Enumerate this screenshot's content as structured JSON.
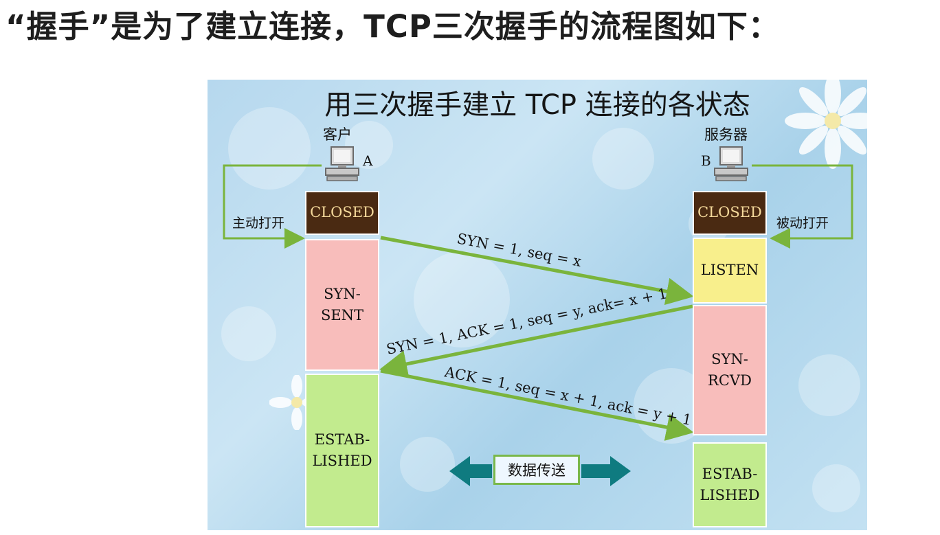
{
  "heading": "“握手”是为了建立连接，TCP三次握手的流程图如下：",
  "figure": {
    "title": "用三次握手建立 TCP 连接的各状态",
    "client": {
      "label": "客户",
      "letter": "A"
    },
    "server": {
      "label": "服务器",
      "letter": "B"
    },
    "active_open": "主动打开",
    "passive_open": "被动打开",
    "client_states": [
      {
        "line1": "CLOSED",
        "line2": ""
      },
      {
        "line1": "SYN-",
        "line2": "SENT"
      },
      {
        "line1": "ESTAB-",
        "line2": "LISHED"
      }
    ],
    "server_states": [
      {
        "line1": "CLOSED",
        "line2": ""
      },
      {
        "line1": "LISTEN",
        "line2": ""
      },
      {
        "line1": "SYN-",
        "line2": "RCVD"
      },
      {
        "line1": "ESTAB-",
        "line2": "LISHED"
      }
    ],
    "messages": [
      {
        "text": "SYN = 1, seq = x",
        "direction": "client-to-server"
      },
      {
        "text": "SYN = 1, ACK = 1, seq = y, ack= x + 1",
        "direction": "server-to-client"
      },
      {
        "text": "ACK = 1, seq = x + 1, ack = y + 1",
        "direction": "client-to-server"
      }
    ],
    "data_transfer": "数据传送",
    "colors": {
      "arrow": "#7ab43c",
      "transfer_arrow": "#0f7b80",
      "closed": "#4a2a12",
      "syn": "#f8bdbb",
      "listen": "#f8ef8c",
      "established": "#c2eb8e"
    }
  }
}
